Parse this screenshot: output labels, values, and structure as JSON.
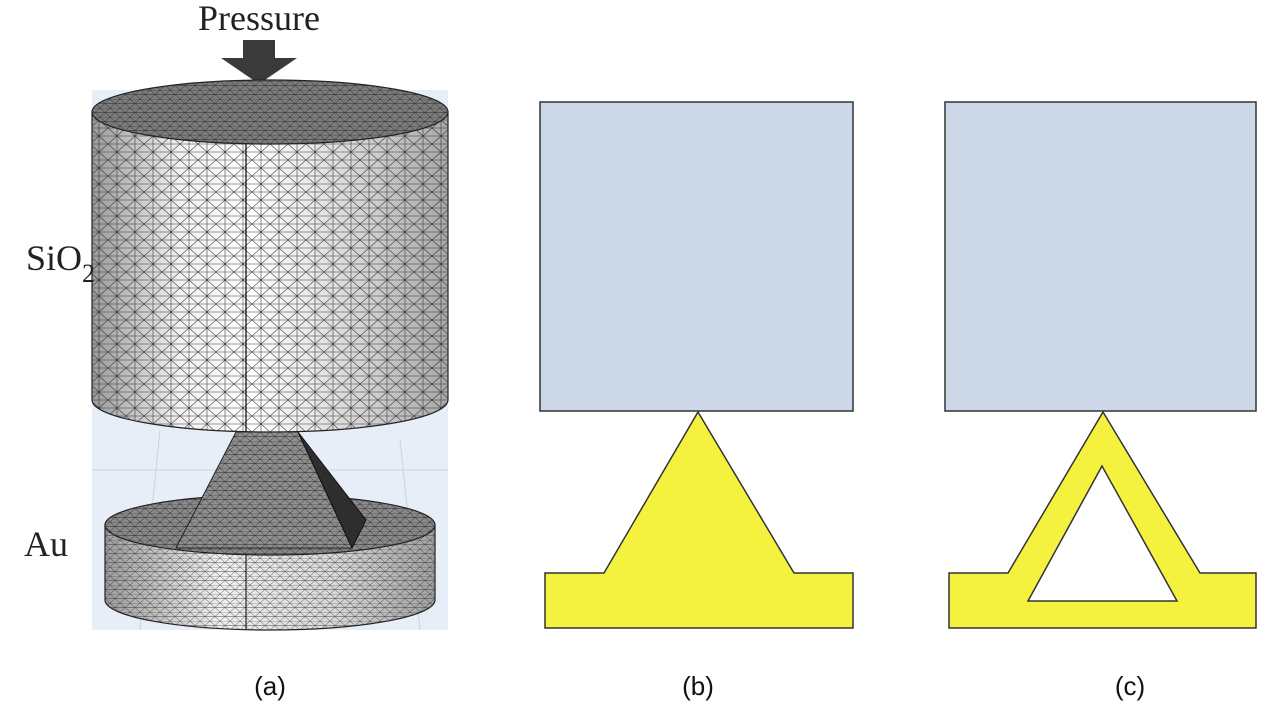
{
  "panel_a": {
    "pressure_label": "Pressure",
    "sio2_label_main": "SiO",
    "sio2_label_sub": "2",
    "au_label": "Au",
    "caption": "(a)"
  },
  "panel_b": {
    "caption": "(b)"
  },
  "panel_c": {
    "caption": "(c)"
  },
  "colors": {
    "substrate_fill": "#ccd8e8",
    "gold_fill": "#f4f23f",
    "outline": "#333333",
    "mesh_background": "#e7eef9"
  }
}
